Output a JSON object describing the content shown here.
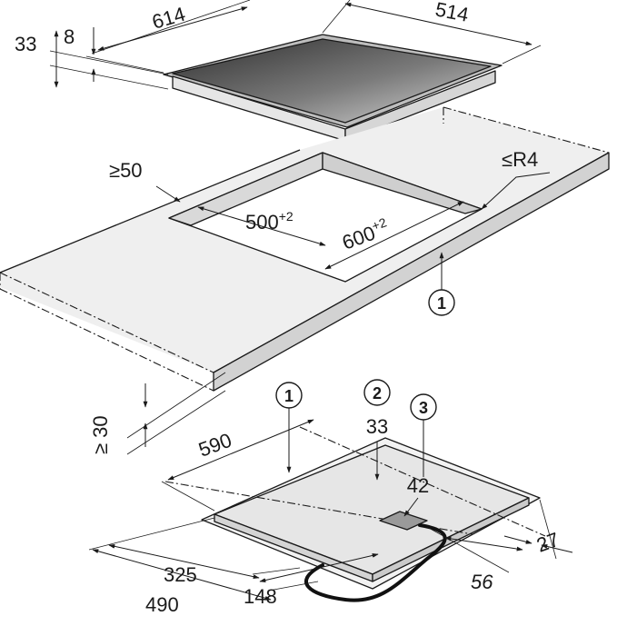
{
  "hob_dims": {
    "width": "614",
    "depth": "514",
    "height_total": "33",
    "height_glass": "8"
  },
  "cutout": {
    "min_edge": "≥50",
    "radius": "≤R4",
    "depth": "500",
    "depth_tol": "+2",
    "width": "600",
    "width_tol": "+2"
  },
  "worktop": {
    "min_thickness": "≥ 30",
    "callout": "1"
  },
  "bottom_view": {
    "callouts": [
      "1",
      "2",
      "3"
    ],
    "dim_590": "590",
    "dim_33": "33",
    "dim_42": "42",
    "dim_325": "325",
    "dim_490": "490",
    "dim_148": "148",
    "dim_56": "56",
    "dim_27": "27"
  },
  "colors": {
    "line": "#1a1a1a",
    "worktop_top": "#eeeeee",
    "worktop_edge": "#d0d0d0",
    "glass_dark": "#3c3c3c",
    "glass_light": "#cfcfcf",
    "unit_body": "#e3e3e3"
  }
}
